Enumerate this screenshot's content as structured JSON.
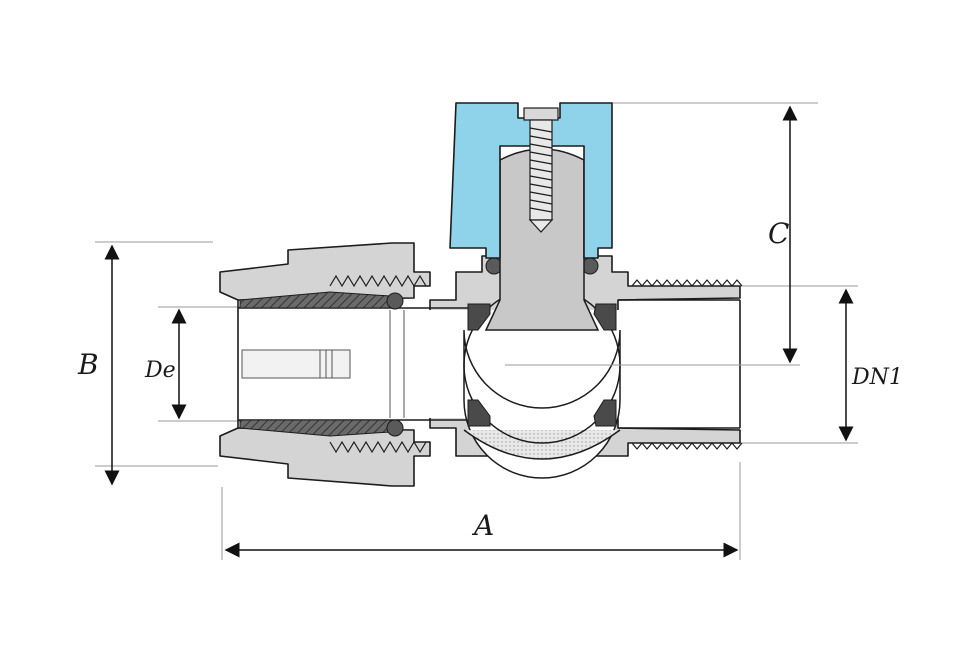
{
  "dimensions": {
    "a": "A",
    "b": "B",
    "c": "C",
    "de": "De",
    "dn1": "DN1"
  },
  "colors": {
    "body_fill": "#d4d4d4",
    "body_stroke": "#1c1c1c",
    "handle_fill": "#8fd3ea",
    "seal_fill": "#4a4a4a",
    "ball_fill": "#e6e6e6",
    "dim_line": "#8a8a8a"
  }
}
